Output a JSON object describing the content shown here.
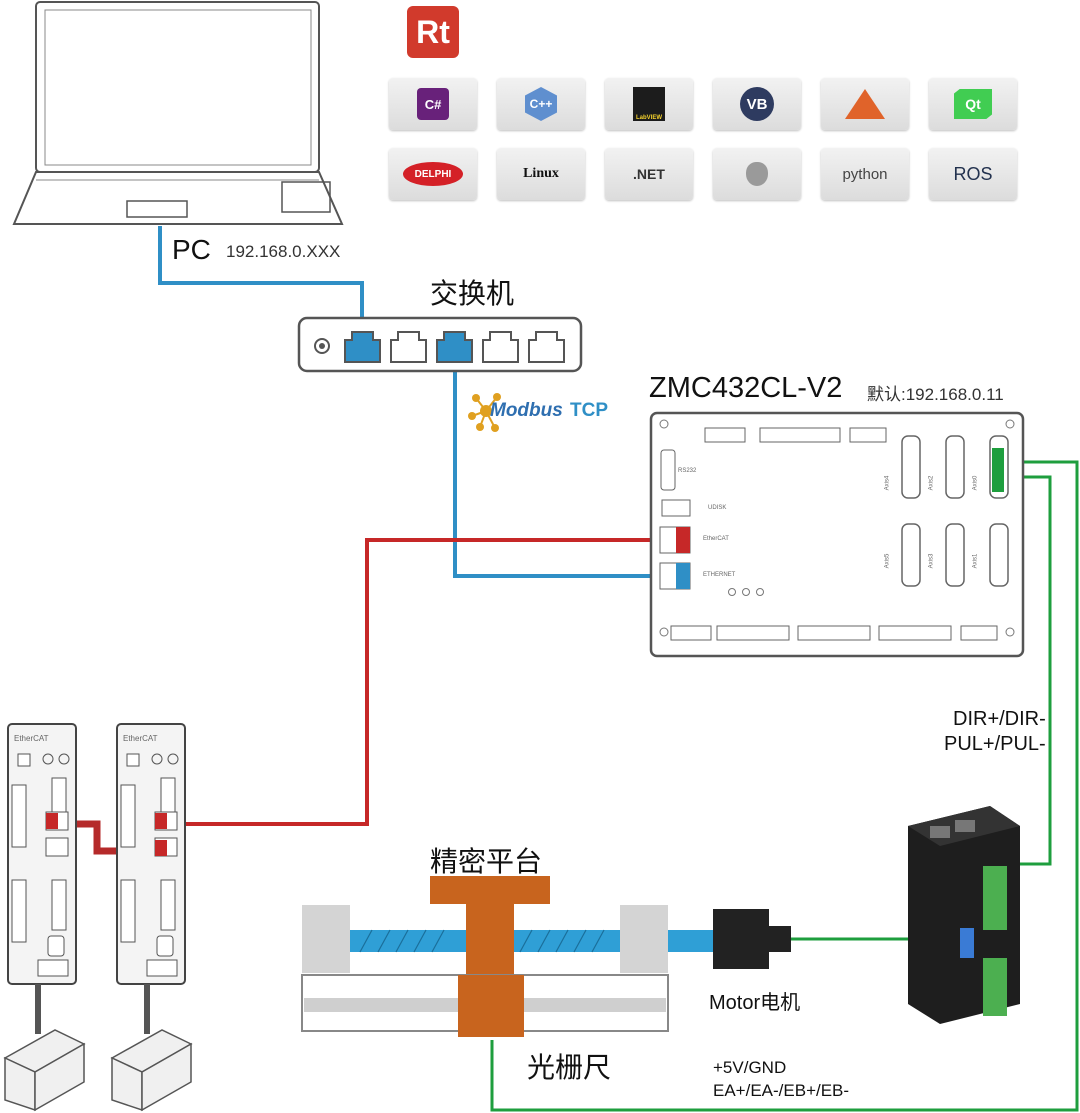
{
  "pc": {
    "name": "PC",
    "ip": "192.168.0.XXX"
  },
  "switch": {
    "name": "交换机"
  },
  "protocol": {
    "modbus": "Modbus",
    "tcp": "TCP"
  },
  "controller": {
    "model": "ZMC432CL-V2",
    "default_ip": "默认:192.168.0.11",
    "ports": {
      "rs232": "RS232",
      "udisk": "UDISK",
      "ethercat": "EtherCAT",
      "ethernet": "ETHERNET"
    },
    "axes": [
      "Axis4",
      "Axis2",
      "Axis0",
      "Axis5",
      "Axis3",
      "Axis1"
    ]
  },
  "software_tiles": [
    {
      "label": "C#",
      "icon": "csharp-icon"
    },
    {
      "label": "C++",
      "icon": "cpp-icon"
    },
    {
      "label": "LabVIEW",
      "icon": "labview-icon"
    },
    {
      "label": "VB",
      "icon": "vb-icon"
    },
    {
      "label": "",
      "icon": "matlab-icon"
    },
    {
      "label": "Qt",
      "icon": "qt-icon"
    },
    {
      "label": "DELPHI",
      "icon": "delphi-icon"
    },
    {
      "label": "Linux",
      "icon": "linux-icon"
    },
    {
      "label": ".NET",
      "icon": "dotnet-icon"
    },
    {
      "label": "",
      "icon": "apple-icon"
    },
    {
      "label": "python",
      "icon": "python-icon"
    },
    {
      "label": "ROS",
      "icon": "ros-icon"
    }
  ],
  "rt_logo": "Rt",
  "drive_brand": "EtherCAT",
  "platform": {
    "name": "精密平台"
  },
  "grating": {
    "name": "光栅尺"
  },
  "motor": {
    "name": "Motor电机"
  },
  "signals": {
    "dir": "DIR+/DIR-",
    "pul": "PUL+/PUL-",
    "power": "+5V/GND",
    "encoder": "EA+/EA-/EB+/EB-"
  },
  "colors": {
    "ethernet": "#2f8fc6",
    "ethercat": "#c62828",
    "signal": "#1e9e3e",
    "platform": "#c8641e"
  }
}
